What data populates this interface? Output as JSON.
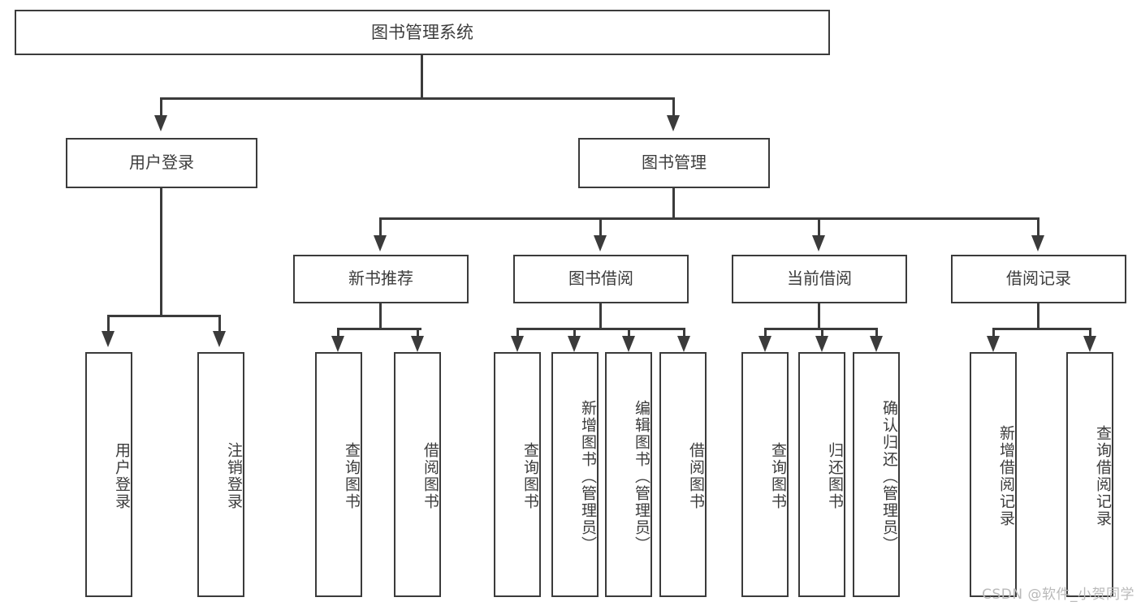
{
  "diagram": {
    "title": "图书管理系统",
    "type": "tree",
    "watermark": "CSDN @软件_小贺同学",
    "colors": {
      "stroke": "#3b3b3b",
      "fill": "#ffffff",
      "text": "#3c3c3c",
      "watermark": "#b9b9b9"
    },
    "levels": {
      "root": {
        "label": "图书管理系统"
      },
      "level2": [
        {
          "label": "用户登录"
        },
        {
          "label": "图书管理"
        }
      ],
      "level3": [
        {
          "label": "新书推荐"
        },
        {
          "label": "图书借阅"
        },
        {
          "label": "当前借阅"
        },
        {
          "label": "借阅记录"
        }
      ],
      "leaves": {
        "user_login": [
          {
            "label": "用户登录"
          },
          {
            "label": "注销登录"
          }
        ],
        "new_book_recommend": [
          {
            "label": "查询图书"
          },
          {
            "label": "借阅图书"
          }
        ],
        "book_borrow": [
          {
            "label": "查询图书"
          },
          {
            "label": "新增图书（管理员）"
          },
          {
            "label": "编辑图书（管理员）"
          },
          {
            "label": "借阅图书"
          }
        ],
        "current_borrow": [
          {
            "label": "查询图书"
          },
          {
            "label": "归还图书"
          },
          {
            "label": "确认归还（管理员）"
          }
        ],
        "borrow_record": [
          {
            "label": "新增借阅记录"
          },
          {
            "label": "查询借阅记录"
          }
        ]
      }
    }
  }
}
